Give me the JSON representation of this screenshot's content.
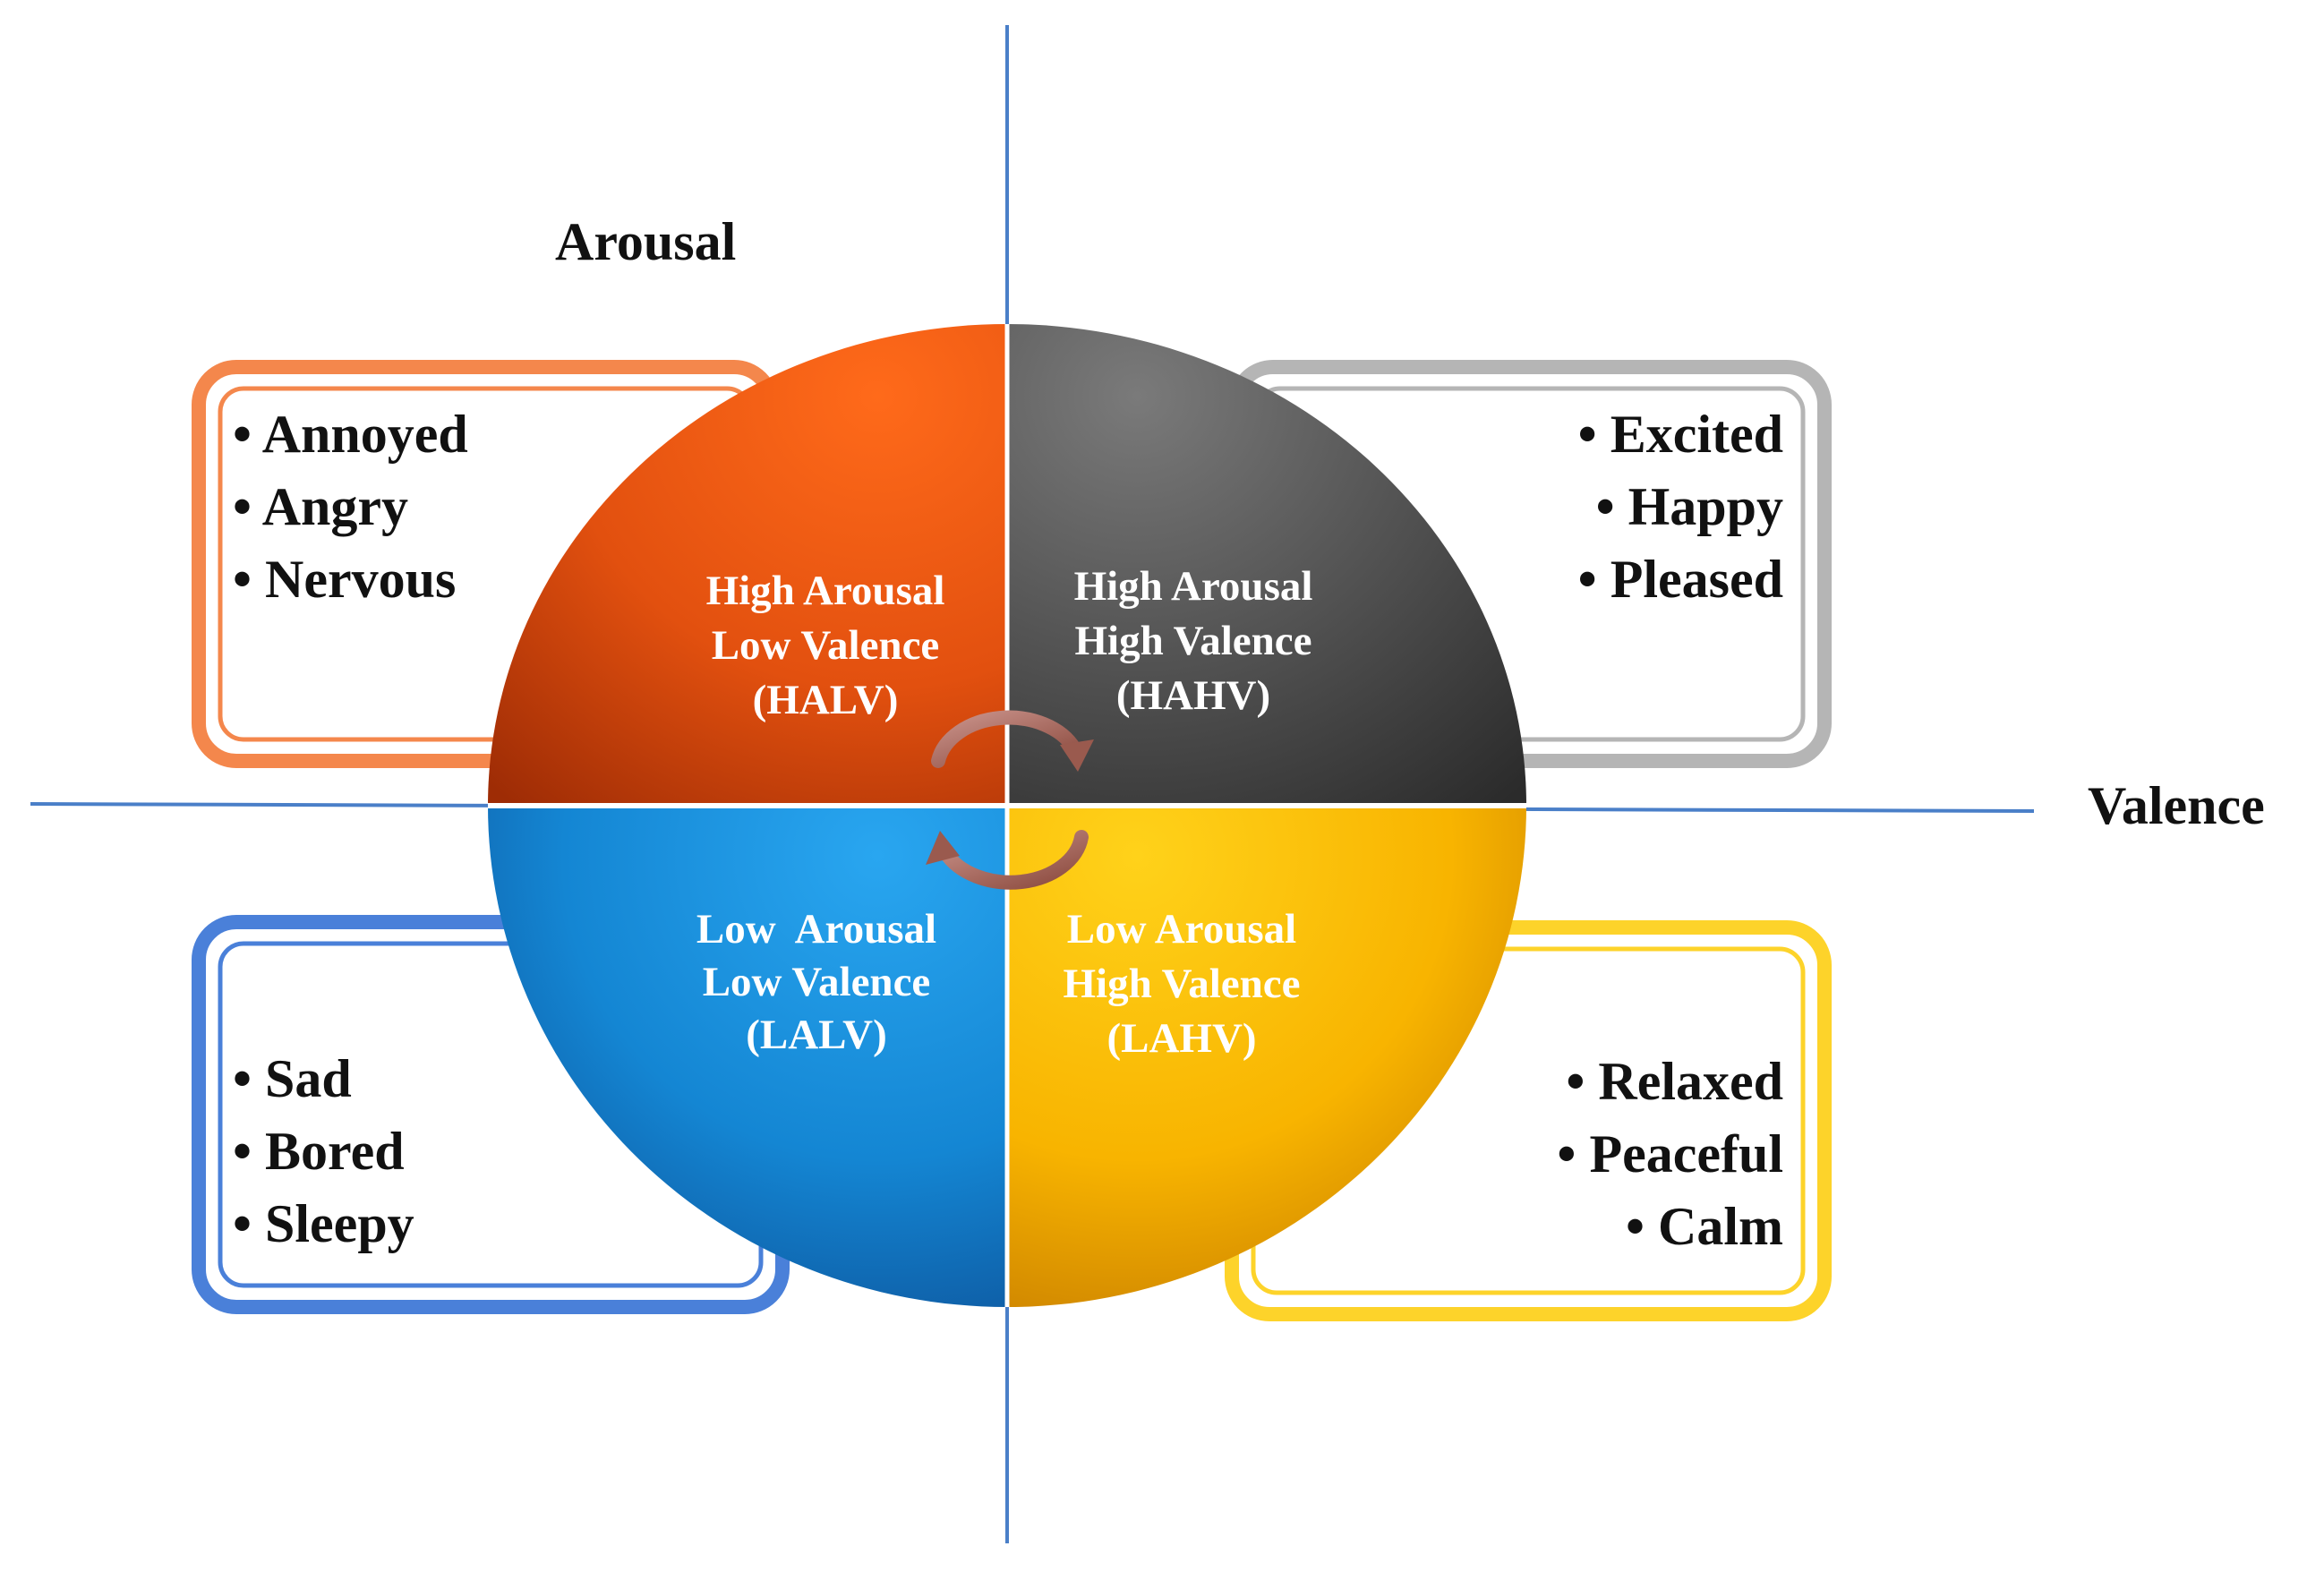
{
  "axes": {
    "arousal_label": "Arousal",
    "valence_label": "Valence",
    "line_color": "#4a7fc8"
  },
  "quadrants": [
    {
      "id": "halv",
      "lines": [
        "High Arousal",
        "Low Valence",
        "(HALV)"
      ],
      "emotions": [
        "Annoyed",
        "Angry",
        "Nervous"
      ],
      "fill_color": "#e8500e",
      "box_color": "#f4874c"
    },
    {
      "id": "hahv",
      "lines": [
        "High Arousal",
        "High Valence",
        "(HAHV)"
      ],
      "emotions": [
        "Excited",
        "Happy",
        "Pleased"
      ],
      "fill_color": "#5b5b5b",
      "box_color": "#b5b5b5"
    },
    {
      "id": "lalv",
      "lines": [
        "Low  Arousal",
        "Low Valence",
        "(LALV)"
      ],
      "emotions": [
        "Sad",
        "Bored",
        "Sleepy"
      ],
      "fill_color": "#1a88d6",
      "box_color": "#4a80d9"
    },
    {
      "id": "lahv",
      "lines": [
        "Low Arousal",
        "High Valence",
        "(LAHV)"
      ],
      "emotions": [
        "Relaxed",
        "Peaceful",
        "Calm"
      ],
      "fill_color": "#f7b500",
      "box_color": "#fdd32a"
    }
  ],
  "cycle_arrow_color": "#9a5a4e"
}
